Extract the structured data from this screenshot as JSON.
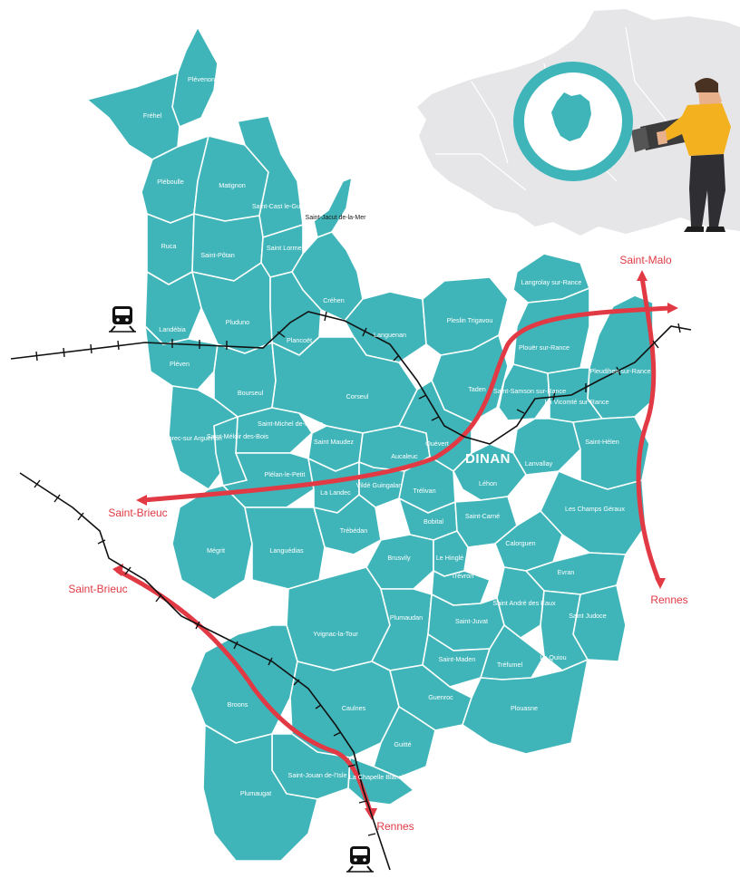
{
  "colors": {
    "commune_fill": "#3fb5b9",
    "commune_border": "#ffffff",
    "road": "#e23a45",
    "rail": "#111111",
    "inset_land": "#e6e6e8",
    "magnifier_ring": "#3fb5b9",
    "person_shirt": "#f3b11f"
  },
  "icons": [
    "train-icon",
    "train-icon",
    "magnifying-glass-icon",
    "person-illustration"
  ],
  "town": {
    "name": "DINAN"
  },
  "destinations": [
    {
      "id": "saint-malo",
      "label": "Saint-Malo"
    },
    {
      "id": "rennes-east",
      "label": "Rennes"
    },
    {
      "id": "saint-brieuc-west",
      "label": "Saint-Brieuc"
    },
    {
      "id": "saint-brieuc-south",
      "label": "Saint-Brieuc"
    },
    {
      "id": "rennes-south",
      "label": "Rennes"
    }
  ],
  "communes": [
    {
      "name": "Plévenon"
    },
    {
      "name": "Fréhel"
    },
    {
      "name": "Pléboulle"
    },
    {
      "name": "Matignon"
    },
    {
      "name": "Saint-Cast le-Guildo"
    },
    {
      "name": "Saint-Jacut de-la-Mer"
    },
    {
      "name": "Ruca"
    },
    {
      "name": "Saint-Pôtan"
    },
    {
      "name": "Saint Lormel"
    },
    {
      "name": "Créhen"
    },
    {
      "name": "Landébia"
    },
    {
      "name": "Pluduno"
    },
    {
      "name": "Plancoët"
    },
    {
      "name": "Languenan"
    },
    {
      "name": "Pleslin Trigavou"
    },
    {
      "name": "Langrolay sur-Rance"
    },
    {
      "name": "Pléven"
    },
    {
      "name": "Bourseul"
    },
    {
      "name": "Corseul"
    },
    {
      "name": "Taden"
    },
    {
      "name": "Plouër sur-Rance"
    },
    {
      "name": "Pleudihen sur-Rance"
    },
    {
      "name": "Saint-Samson sur-Rance"
    },
    {
      "name": "La Vicomté sur-Rance"
    },
    {
      "name": "Plorec-sur Arguenon"
    },
    {
      "name": "Saint-Michel de-Plélan"
    },
    {
      "name": "Saint-Méloir des-Bois"
    },
    {
      "name": "Saint Maudez"
    },
    {
      "name": "Aucaleuc"
    },
    {
      "name": "Quévert"
    },
    {
      "name": "Lanvallay"
    },
    {
      "name": "Saint-Hélen"
    },
    {
      "name": "Plélan-le-Petit"
    },
    {
      "name": "La Landec"
    },
    {
      "name": "Vildé Guingalan"
    },
    {
      "name": "Trélivan"
    },
    {
      "name": "Léhon"
    },
    {
      "name": "Les Champs Géraux"
    },
    {
      "name": "Trébédan"
    },
    {
      "name": "Bobital"
    },
    {
      "name": "Saint-Carné"
    },
    {
      "name": "Mégrit"
    },
    {
      "name": "Languédias"
    },
    {
      "name": "Brusvily"
    },
    {
      "name": "Le Hinglé"
    },
    {
      "name": "Calorguen"
    },
    {
      "name": "Trévron"
    },
    {
      "name": "Evran"
    },
    {
      "name": "Saint André des Eaux"
    },
    {
      "name": "Saint Judoce"
    },
    {
      "name": "Yvignac-la-Tour"
    },
    {
      "name": "Plumaudan"
    },
    {
      "name": "Saint-Juvat"
    },
    {
      "name": "Le Quiou"
    },
    {
      "name": "Saint-Maden"
    },
    {
      "name": "Tréfumel"
    },
    {
      "name": "Broons"
    },
    {
      "name": "Caulnes"
    },
    {
      "name": "Guenroc"
    },
    {
      "name": "Plouasne"
    },
    {
      "name": "Guitté"
    },
    {
      "name": "Saint-Jouan de-l'Isle"
    },
    {
      "name": "La Chapelle Blanche"
    },
    {
      "name": "Plumaugat"
    }
  ]
}
